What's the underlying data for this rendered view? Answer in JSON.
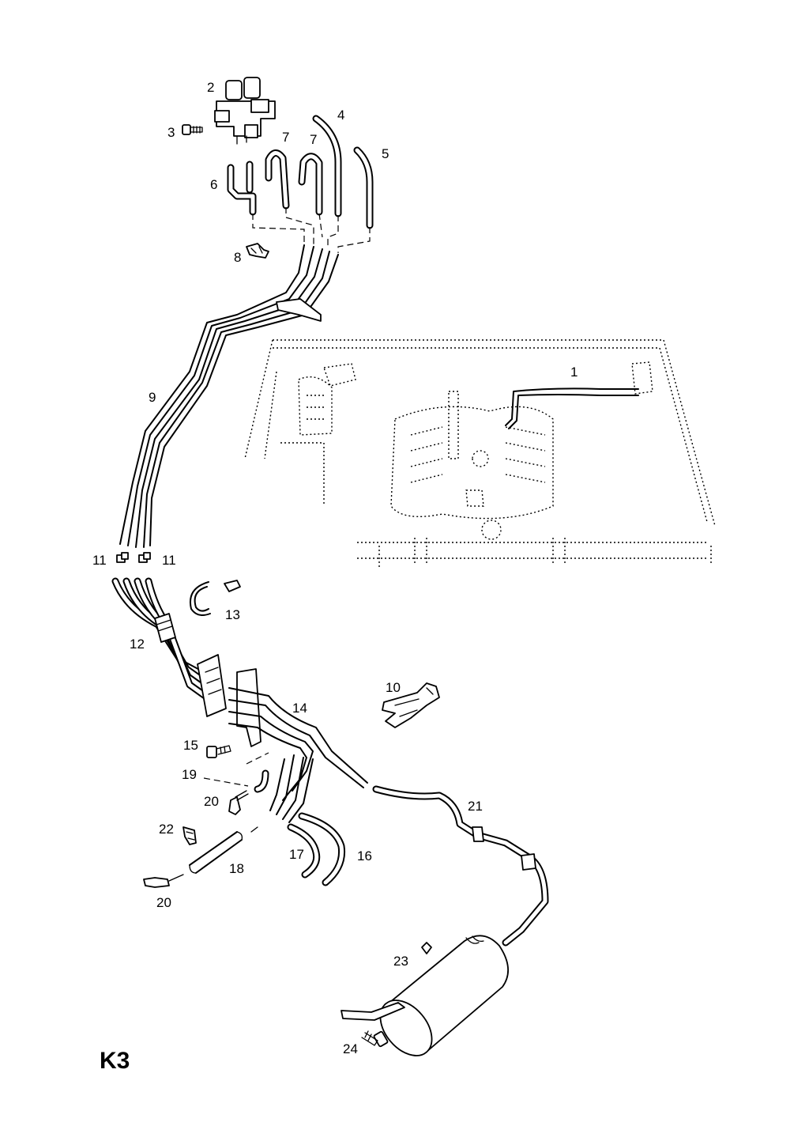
{
  "sheet_code": "K3",
  "callouts": {
    "c1": "1",
    "c2": "2",
    "c3": "3",
    "c4": "4",
    "c5": "5",
    "c6": "6",
    "c7a": "7",
    "c7b": "7",
    "c8": "8",
    "c9": "9",
    "c10": "10",
    "c11a": "11",
    "c11b": "11",
    "c12": "12",
    "c13": "13",
    "c14": "14",
    "c15": "15",
    "c16": "16",
    "c17": "17",
    "c18": "18",
    "c19": "19",
    "c20a": "20",
    "c20b": "20",
    "c21": "21",
    "c22": "22",
    "c23": "23",
    "c24": "24"
  }
}
